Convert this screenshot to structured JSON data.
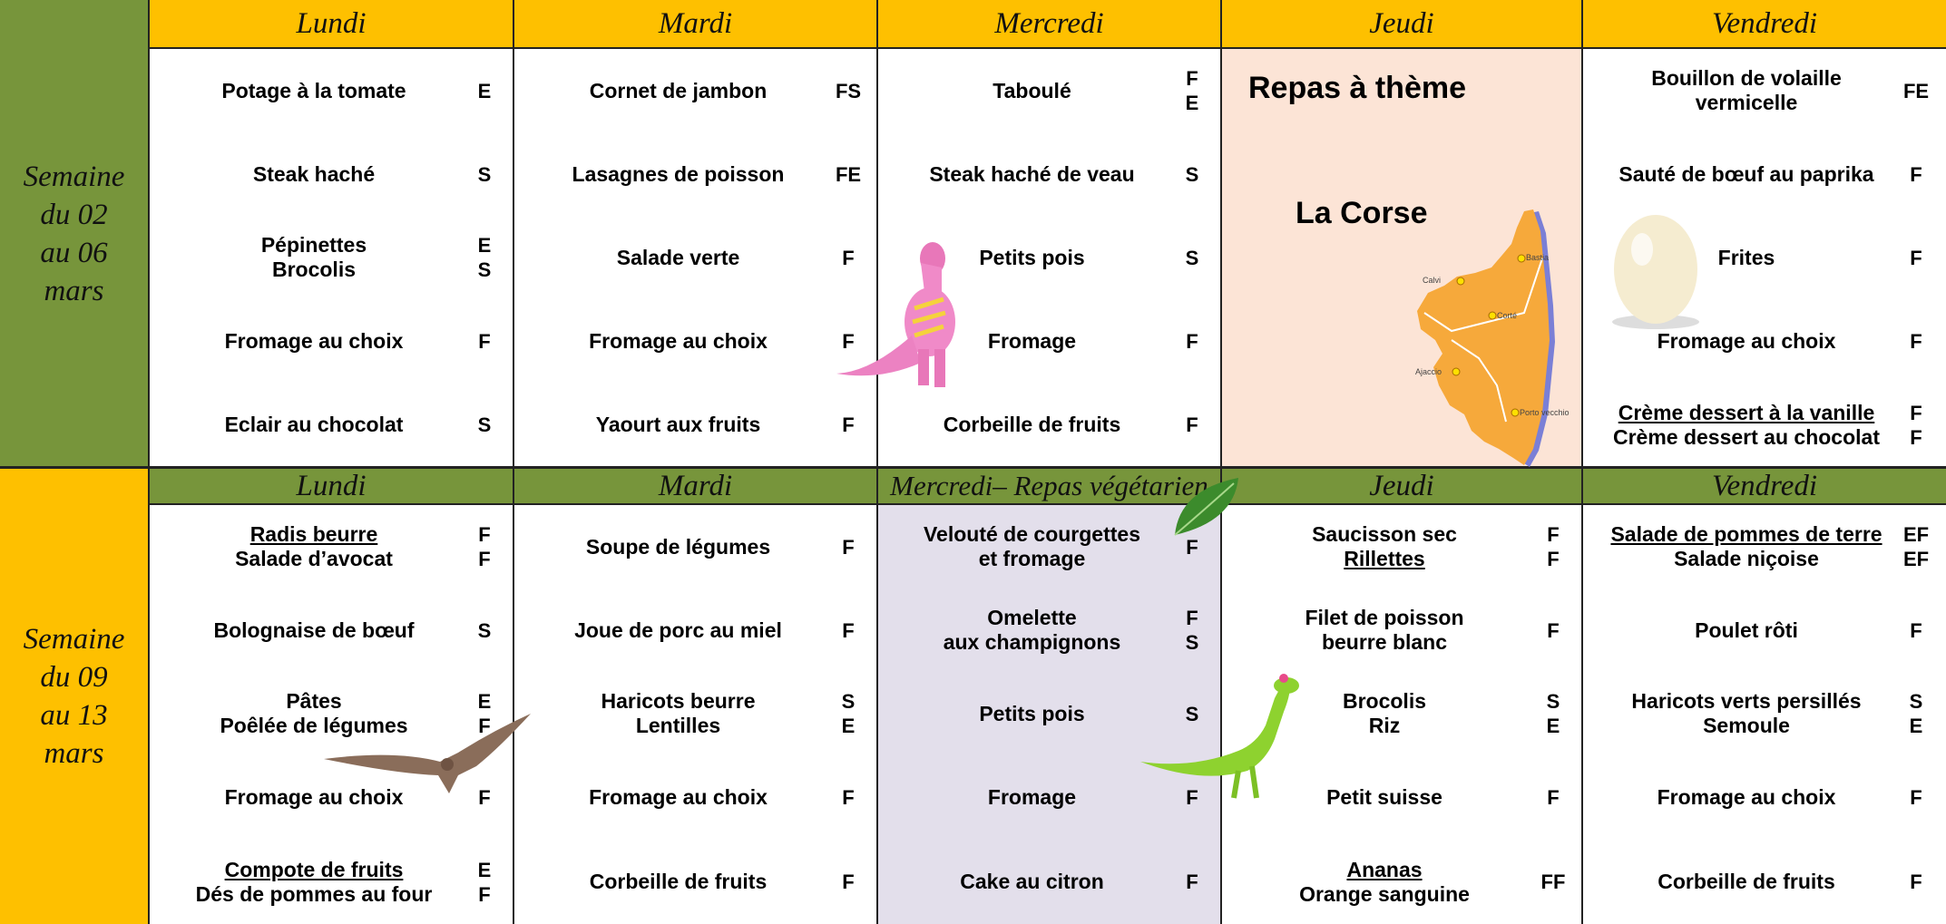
{
  "weeks": [
    {
      "lines": [
        "Semaine",
        "du 02",
        "au 06",
        "mars"
      ]
    },
    {
      "lines": [
        "Semaine",
        "du 09",
        "au 13",
        "mars"
      ]
    }
  ],
  "days": {
    "week1": [
      "Lundi",
      "Mardi",
      "Mercredi",
      "Jeudi",
      "Vendredi"
    ],
    "week2": [
      "Lundi",
      "Mardi",
      "Mercredi– Repas végétarien",
      "Jeudi",
      "Vendredi"
    ]
  },
  "week1": {
    "lundi": [
      {
        "dish": [
          "Potage à la tomate"
        ],
        "code": [
          "E"
        ]
      },
      {
        "dish": [
          "Steak haché"
        ],
        "code": [
          "S"
        ]
      },
      {
        "dish": [
          "Pépinettes",
          "Brocolis"
        ],
        "code": [
          "E",
          "S"
        ]
      },
      {
        "dish": [
          "Fromage au choix"
        ],
        "code": [
          "F"
        ]
      },
      {
        "dish": [
          "Eclair au chocolat"
        ],
        "code": [
          "S"
        ]
      }
    ],
    "mardi": [
      {
        "dish": [
          "Cornet de jambon"
        ],
        "code": [
          "FS"
        ]
      },
      {
        "dish": [
          "Lasagnes de poisson"
        ],
        "code": [
          "FE"
        ]
      },
      {
        "dish": [
          "Salade verte"
        ],
        "code": [
          "F"
        ]
      },
      {
        "dish": [
          "Fromage au choix"
        ],
        "code": [
          "F"
        ]
      },
      {
        "dish": [
          "Yaourt aux fruits"
        ],
        "code": [
          "F"
        ]
      }
    ],
    "mercredi": [
      {
        "dish": [
          "Taboulé"
        ],
        "code": [
          "F",
          "E"
        ]
      },
      {
        "dish": [
          "Steak haché de veau"
        ],
        "code": [
          "S"
        ]
      },
      {
        "dish": [
          "Petits pois"
        ],
        "code": [
          "S"
        ]
      },
      {
        "dish": [
          "Fromage"
        ],
        "code": [
          "F"
        ]
      },
      {
        "dish": [
          "Corbeille de fruits"
        ],
        "code": [
          "F"
        ]
      }
    ],
    "jeudi": {
      "title": "Repas à thème",
      "subtitle": "La Corse",
      "cities": [
        "Bastia",
        "Calvi",
        "Corté",
        "Ajaccio",
        "Porto vecchio"
      ]
    },
    "vendredi": [
      {
        "dish": [
          "Bouillon de volaille",
          "vermicelle"
        ],
        "code": [
          "FE"
        ]
      },
      {
        "dish": [
          "Sauté de bœuf au paprika"
        ],
        "code": [
          "F"
        ]
      },
      {
        "dish": [
          "Frites"
        ],
        "code": [
          "F"
        ]
      },
      {
        "dish": [
          "Fromage au choix"
        ],
        "code": [
          "F"
        ]
      },
      {
        "dish": [
          "Crème dessert à la vanille",
          "Crème dessert au chocolat"
        ],
        "code": [
          "F",
          "F"
        ],
        "underline": [
          0
        ]
      }
    ]
  },
  "week2": {
    "lundi": [
      {
        "dish": [
          "Radis beurre",
          "Salade d’avocat"
        ],
        "code": [
          "F",
          "F"
        ],
        "underline": [
          0
        ]
      },
      {
        "dish": [
          "Bolognaise de bœuf"
        ],
        "code": [
          "S"
        ]
      },
      {
        "dish": [
          "Pâtes",
          "Poêlée de légumes"
        ],
        "code": [
          "E",
          "F"
        ]
      },
      {
        "dish": [
          "Fromage au choix"
        ],
        "code": [
          "F"
        ]
      },
      {
        "dish": [
          "Compote de fruits",
          "Dés de pommes au four"
        ],
        "code": [
          "E",
          "F"
        ],
        "underline": [
          0
        ]
      }
    ],
    "mardi": [
      {
        "dish": [
          "Soupe de légumes"
        ],
        "code": [
          "F"
        ]
      },
      {
        "dish": [
          "Joue de porc au miel"
        ],
        "code": [
          "F"
        ]
      },
      {
        "dish": [
          "Haricots beurre",
          "Lentilles"
        ],
        "code": [
          "S",
          "E"
        ]
      },
      {
        "dish": [
          "Fromage au choix"
        ],
        "code": [
          "F"
        ]
      },
      {
        "dish": [
          "Corbeille de fruits"
        ],
        "code": [
          "F"
        ]
      }
    ],
    "mercredi": [
      {
        "dish": [
          "Velouté de courgettes",
          "et fromage"
        ],
        "code": [
          "F"
        ]
      },
      {
        "dish": [
          "Omelette",
          "aux champignons"
        ],
        "code": [
          "F",
          "S"
        ]
      },
      {
        "dish": [
          "Petits pois"
        ],
        "code": [
          "S"
        ]
      },
      {
        "dish": [
          "Fromage"
        ],
        "code": [
          "F"
        ]
      },
      {
        "dish": [
          "Cake au citron"
        ],
        "code": [
          "F"
        ]
      }
    ],
    "jeudi": [
      {
        "dish": [
          "Saucisson sec",
          "Rillettes"
        ],
        "code": [
          "F",
          "F"
        ],
        "underline": [
          1
        ]
      },
      {
        "dish": [
          "Filet de poisson",
          "beurre blanc"
        ],
        "code": [
          "F"
        ]
      },
      {
        "dish": [
          "Brocolis",
          "Riz"
        ],
        "code": [
          "S",
          "E"
        ]
      },
      {
        "dish": [
          "Petit suisse"
        ],
        "code": [
          "F"
        ]
      },
      {
        "dish": [
          "Ananas",
          "Orange sanguine"
        ],
        "code": [
          "FF"
        ],
        "underline": [
          0
        ]
      }
    ],
    "vendredi": [
      {
        "dish": [
          "Salade de pommes de terre",
          "Salade niçoise"
        ],
        "code": [
          "EF",
          "EF"
        ],
        "underline": [
          0
        ]
      },
      {
        "dish": [
          "Poulet rôti"
        ],
        "code": [
          "F"
        ]
      },
      {
        "dish": [
          "Haricots verts persillés",
          "Semoule"
        ],
        "code": [
          "S",
          "E"
        ]
      },
      {
        "dish": [
          "Fromage au choix"
        ],
        "code": [
          "F"
        ]
      },
      {
        "dish": [
          "Corbeille de fruits"
        ],
        "code": [
          "F"
        ]
      }
    ]
  },
  "colors": {
    "green": "#77953b",
    "yellow": "#fec000",
    "theme_bg": "#fce4d6",
    "veg_bg": "#e3dfeb",
    "map": "#f6a93b"
  }
}
